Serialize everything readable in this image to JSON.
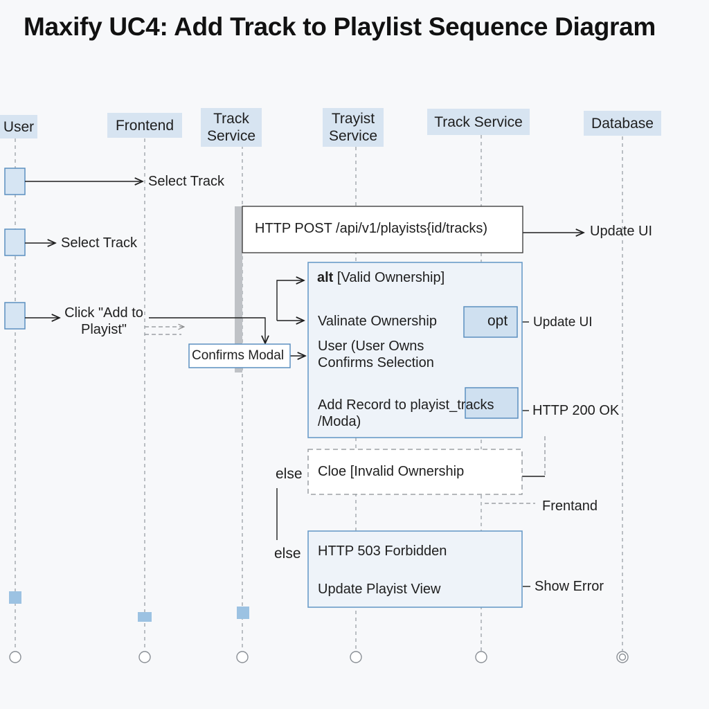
{
  "title": "Maxify UC4: Add Track to Playlist Sequence Diagram",
  "participants": [
    {
      "id": "user",
      "label": "User"
    },
    {
      "id": "frontend",
      "label": "Frontend"
    },
    {
      "id": "track_service_1",
      "label": "Track\nService"
    },
    {
      "id": "trayist_service",
      "label": "Trayist\nService"
    },
    {
      "id": "track_service_2",
      "label": "Track Service"
    },
    {
      "id": "database",
      "label": "Database"
    }
  ],
  "messages": {
    "select_track_1": "Select Track",
    "select_track_2": "Select Track",
    "click_add": "Click \"Add to\nPlayist\"",
    "confirms_modal": "Confirms Modal",
    "http_post": "HTTP POST /api/v1/playists{id/tracks)",
    "update_ui_1": "Update UI",
    "update_ui_2": "Update UI",
    "http_200": "HTTP 200 OK",
    "frentand": "Frentand",
    "show_error": "Show Error"
  },
  "alt_fragment": {
    "keyword": "alt",
    "guard": "[Valid Ownership]",
    "valinate": "Valinate Ownership",
    "user_owns": "User (User Owns\nConfirms Selection",
    "add_record": "Add Record to playist_tracks\n/Moda)",
    "opt": "opt"
  },
  "else_fragment_1": {
    "keyword": "else",
    "text": "Cloe [Invalid Ownership"
  },
  "else_fragment_2": {
    "keyword": "else",
    "line1": "HTTP 503 Forbidden",
    "line2": "Update Playist View"
  },
  "colors": {
    "header_fill": "#d7e4f1",
    "activation_fill": "#d6e5f3",
    "activation_stroke": "#5b8fc0",
    "fragment_fill": "#eef3f9",
    "fragment_stroke": "#6a9cc8",
    "lifeline": "#9aa0a6"
  }
}
